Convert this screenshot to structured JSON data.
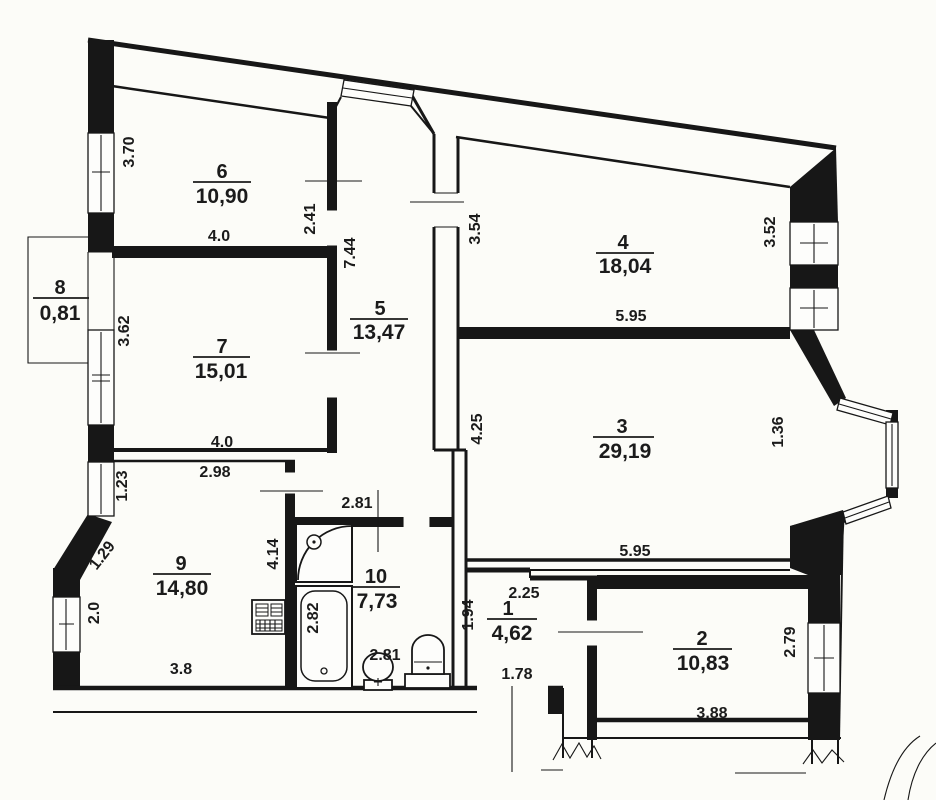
{
  "document": {
    "kind": "apartment-floor-plan-scan",
    "colors": {
      "ink": "#171717",
      "paper": "#fcfcf8"
    }
  },
  "rooms": [
    {
      "number": "6",
      "area": "10,90"
    },
    {
      "number": "7",
      "area": "15,01"
    },
    {
      "number": "5",
      "area": "13,47"
    },
    {
      "number": "8",
      "area": "0,81"
    },
    {
      "number": "4",
      "area": "18,04"
    },
    {
      "number": "3",
      "area": "29,19"
    },
    {
      "number": "9",
      "area": "14,80"
    },
    {
      "number": "10",
      "area": "7,73"
    },
    {
      "number": "1",
      "area": "4,62"
    },
    {
      "number": "2",
      "area": "10,83"
    }
  ],
  "dims": [
    {
      "text": "3.70"
    },
    {
      "text": "4.0"
    },
    {
      "text": "2.41"
    },
    {
      "text": "7.44"
    },
    {
      "text": "3.62"
    },
    {
      "text": "4.0"
    },
    {
      "text": "2.98"
    },
    {
      "text": "3.54"
    },
    {
      "text": "3.52"
    },
    {
      "text": "5.95"
    },
    {
      "text": "4.25"
    },
    {
      "text": "1.36"
    },
    {
      "text": "5.95"
    },
    {
      "text": "1.23"
    },
    {
      "text": "1.29"
    },
    {
      "text": "2.0"
    },
    {
      "text": "4.14"
    },
    {
      "text": "3.8"
    },
    {
      "text": "2.81"
    },
    {
      "text": "2.82"
    },
    {
      "text": "2.81"
    },
    {
      "text": "2.25"
    },
    {
      "text": "1.94"
    },
    {
      "text": "1.78"
    },
    {
      "text": "2.79"
    },
    {
      "text": "3.88"
    }
  ],
  "fixtures": [
    "corner-shower",
    "bathtub",
    "toilet",
    "sink",
    "kitchen-stove"
  ]
}
